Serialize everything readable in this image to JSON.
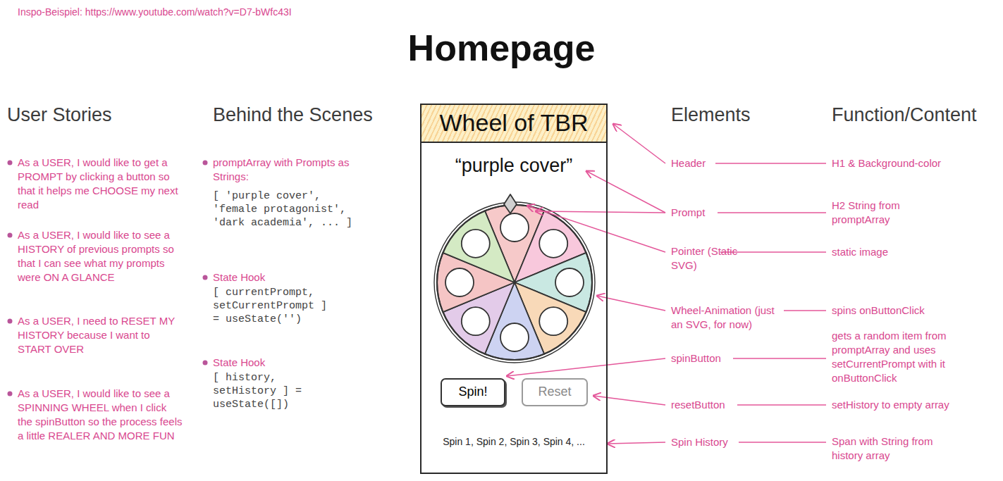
{
  "diagram": {
    "title": "Homepage",
    "nodes": [
      {
        "text": [
          "“purple cover”",
          "Spin 1, Spin 2, Spin 3, Spin 4, ..."
        ]
      },
      {
        "text": [
          "Wheel of TBR"
        ],
        "in": 0
      },
      {
        "text": [
          "Spin!"
        ],
        "in": 0
      },
      {
        "text": [
          "Reset"
        ],
        "in": 0
      }
    ],
    "labels": [
      "Inspo-Beispiel: https://www.youtube.com/watch?v=D7-bWfc43I",
      "User Stories",
      "Behind the Scenes",
      "Elements",
      "Function/Content",
      "As a USER, I would like to get a PROMPT by clicking a button so that it helps me CHOOSE my next read",
      "As a USER, I would like to see a HISTORY of previous prompts so that I can see what my prompts were ON A GLANCE",
      "As a USER, I need to RESET MY HISTORY because I want to START OVER",
      "As a USER, I would like to see a SPINNING WHEEL when I click the spinButton so the process feels a little REALER AND MORE FUN",
      "promptArray with Prompts as Strings:",
      "[ 'purple cover', 'female protagonist', 'dark academia', ... ]",
      "State Hook",
      "[ currentPrompt, setCurrentPrompt ] = useState('')",
      "State Hook",
      "[ history, setHistory ] = useState([])",
      "Header",
      "Prompt",
      "Pointer (Static SVG)",
      "Wheel-Animation (just an SVG, for now)",
      "spinButton",
      "resetButton",
      "Spin History",
      "H1 & Background-color",
      "H2 String from promptArray",
      "static image",
      "spins onButtonClick",
      "gets a random item from promptArray and uses setCurrentPrompt with it onButtonClick",
      "setHistory to empty array",
      "Span with String from history array"
    ]
  }
}
